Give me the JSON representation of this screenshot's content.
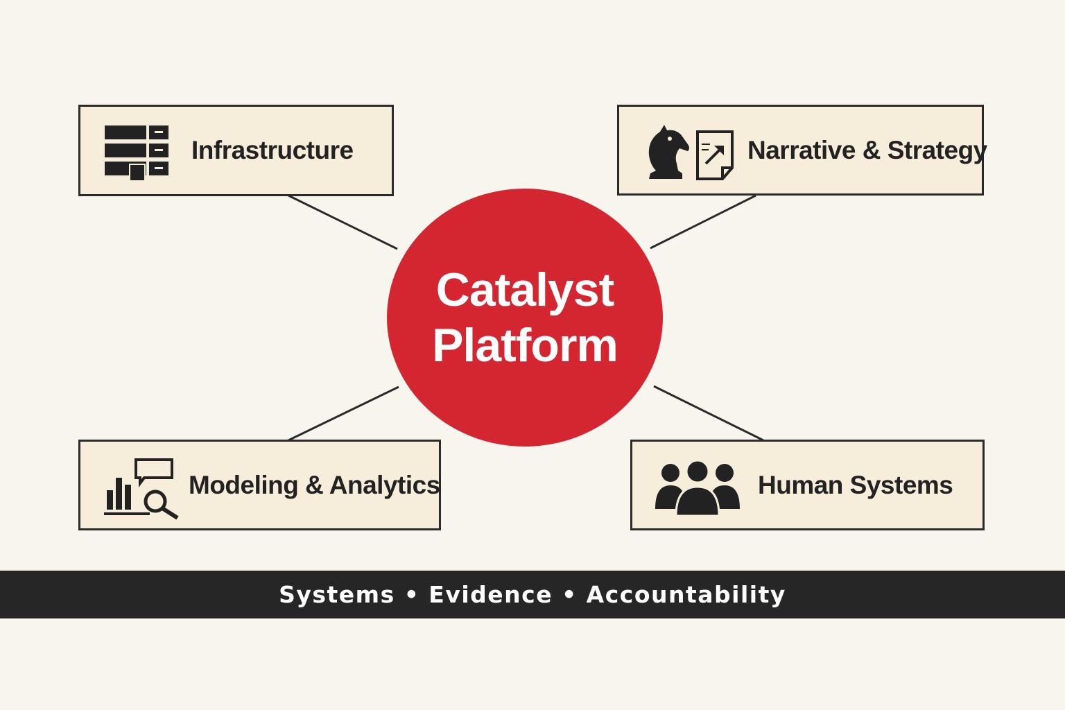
{
  "hub": {
    "line1": "Catalyst",
    "line2": "Platform"
  },
  "nodes": {
    "infrastructure": {
      "label": "Infrastructure",
      "icon": "server-stack-icon"
    },
    "narrative": {
      "label": "Narrative & Strategy",
      "icon": "chess-knight-document-icon"
    },
    "modeling": {
      "label": "Modeling & Analytics",
      "icon": "bar-chart-magnifier-icon"
    },
    "human": {
      "label": "Human Systems",
      "icon": "people-group-icon"
    }
  },
  "footer": {
    "text": "Systems • Evidence • Accountability"
  },
  "colors": {
    "hub": "#d42630",
    "node_fill": "#f6eedb",
    "outline": "#2a2a2a",
    "footer_bg": "#262626",
    "background": "#f8f5ef"
  }
}
